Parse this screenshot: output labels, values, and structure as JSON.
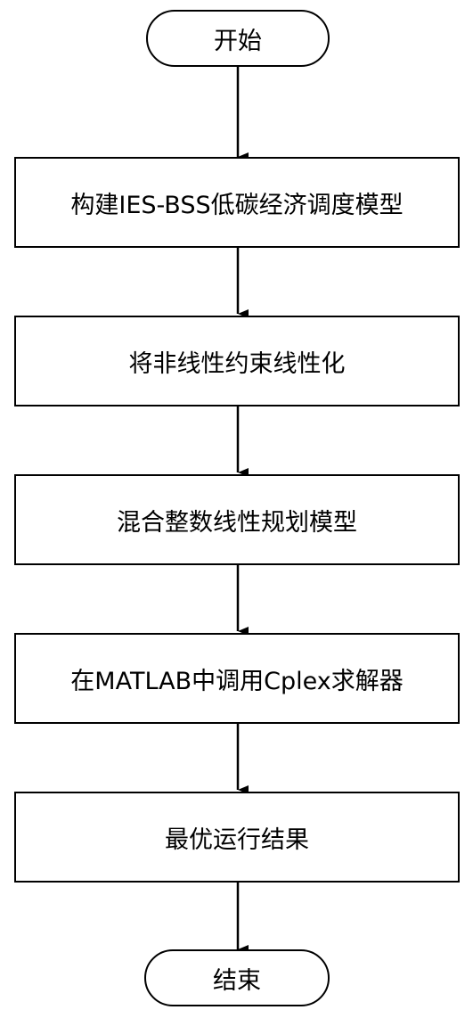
{
  "flowchart": {
    "start": "开始",
    "steps": [
      "构建IES-BSS低碳经济调度模型",
      "将非线性约束线性化",
      "混合整数线性规划模型",
      "在MATLAB中调用Cplex求解器",
      "最优运行结果"
    ],
    "end": "结束"
  }
}
